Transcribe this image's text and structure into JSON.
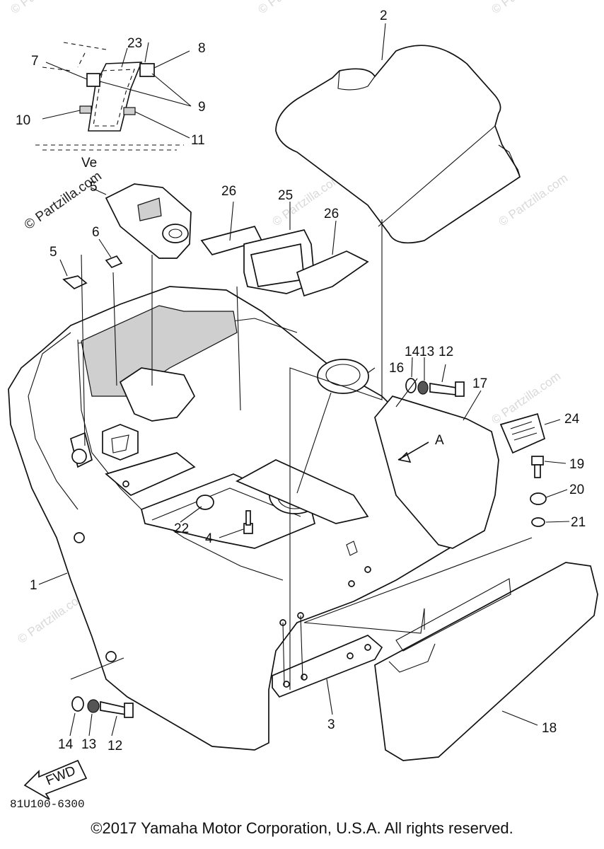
{
  "diagram": {
    "view_label": "Ve",
    "fwd_label": "FWD",
    "arrow_label": "A",
    "catalog_code": "81U100-6300",
    "copyright": "©2017 Yamaha Motor Corporation, U.S.A. All rights reserved.",
    "watermark": "© Partzilla.com",
    "watermark_faint": "© Partzilla.com",
    "callouts": {
      "c1": "1",
      "c2": "2",
      "c3": "3",
      "c4": "4",
      "c5a": "5",
      "c5b": "5",
      "c6": "6",
      "c7": "7",
      "c8": "8",
      "c9": "9",
      "c10": "10",
      "c11": "11",
      "c12a": "12",
      "c12b": "12",
      "c13a": "13",
      "c13b": "13",
      "c14a": "14",
      "c14b": "14",
      "c16": "16",
      "c17": "17",
      "c18": "18",
      "c19": "19",
      "c20": "20",
      "c21": "21",
      "c22": "22",
      "c23": "23",
      "c24": "24",
      "c25": "25",
      "c26a": "26",
      "c26b": "26"
    }
  }
}
